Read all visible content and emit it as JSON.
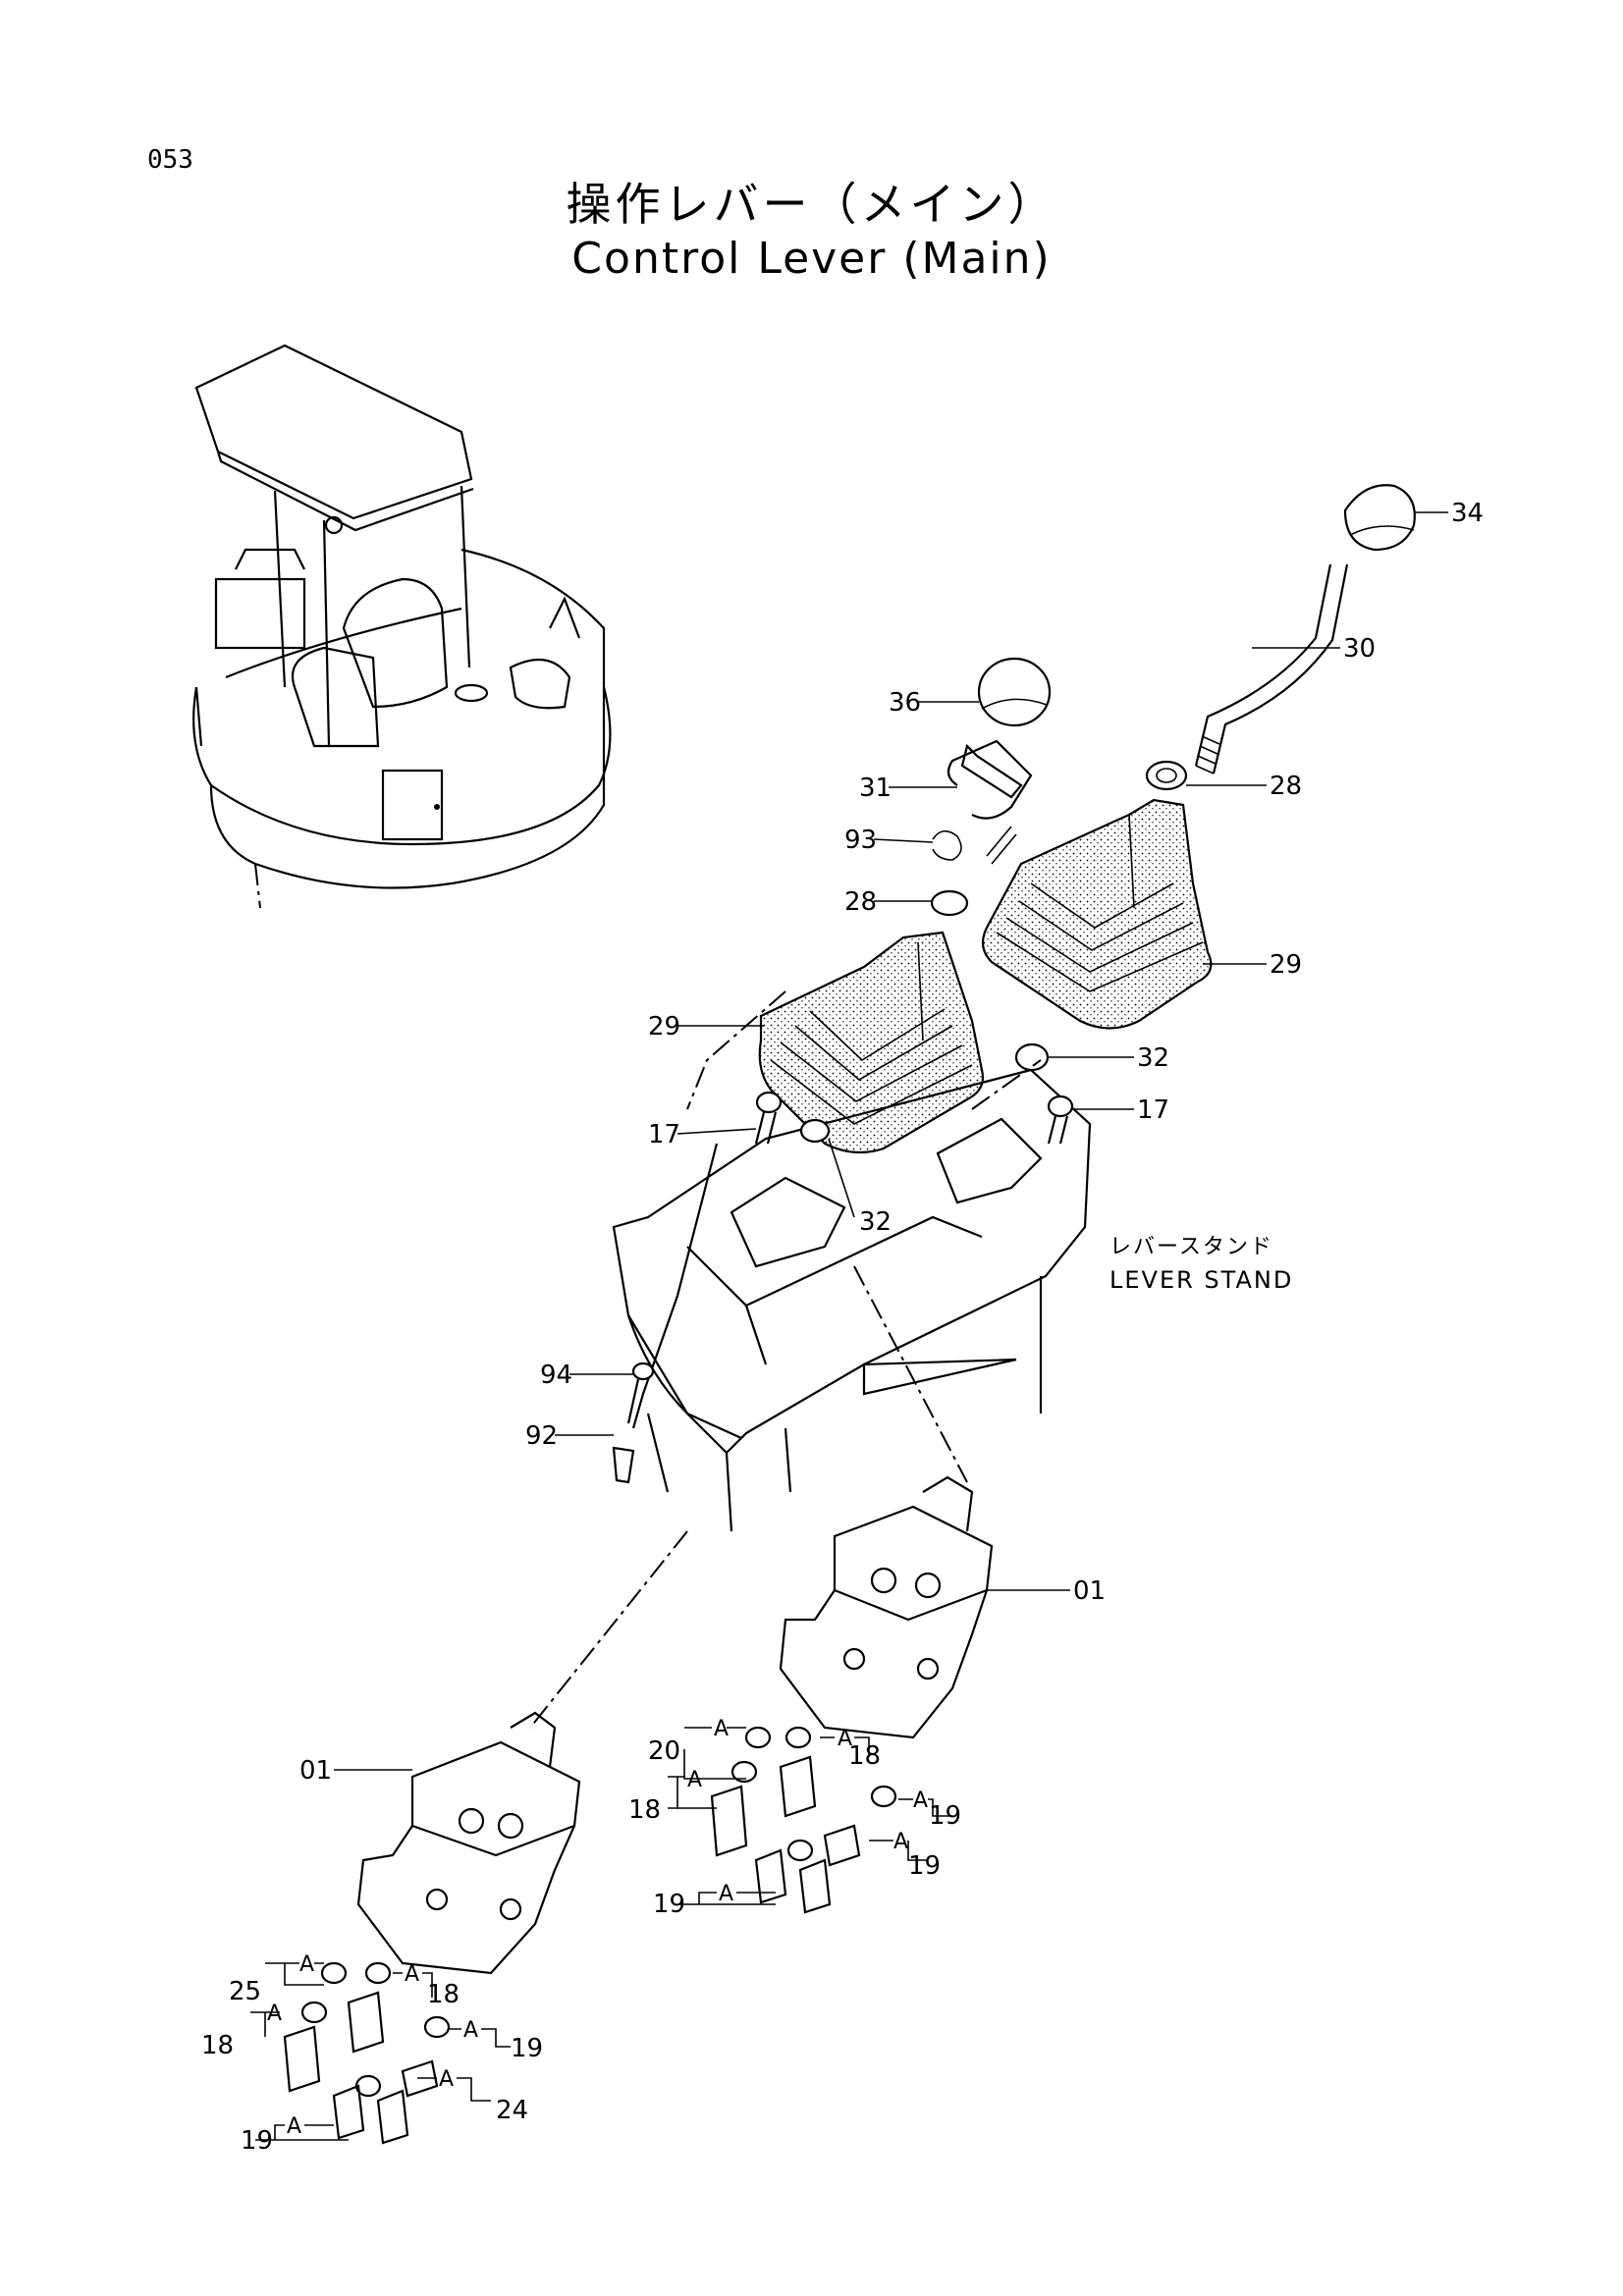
{
  "page_number": "053",
  "title_jp": "操作レバー（メイン）",
  "title_en": "Control Lever (Main)",
  "lever_stand_jp": "レバースタンド",
  "lever_stand_en": "LEVER STAND",
  "group_marker": "A",
  "callouts": {
    "p34": "34",
    "p30": "30",
    "p36": "36",
    "p31": "31",
    "p28a": "28",
    "p28b": "28",
    "p93": "93",
    "p29a": "29",
    "p29b": "29",
    "p32a": "32",
    "p32b": "32",
    "p17a": "17",
    "p17b": "17",
    "p94": "94",
    "p92": "92",
    "p01a": "01",
    "p01b": "01",
    "p20": "20",
    "p18a": "18",
    "p18b": "18",
    "p19a": "19",
    "p19b": "19",
    "p19c": "19",
    "p25": "25",
    "p18c": "18",
    "p18d": "18",
    "p19d": "19",
    "p19e": "19",
    "p24": "24"
  }
}
